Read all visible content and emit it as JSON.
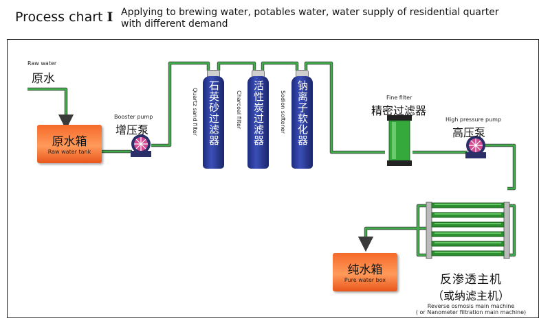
{
  "header": {
    "title": "Process chart",
    "title_roman": "I",
    "subtitle_line1": "Applying to brewing water, potables water, water supply of residential quarter",
    "subtitle_line2": "with different demand"
  },
  "nodes": {
    "raw_water": {
      "en": "Raw water",
      "cn": "原水"
    },
    "raw_tank": {
      "cn": "原水箱",
      "en": "Raw water tank"
    },
    "booster": {
      "en": "Booster pump",
      "cn": "增压泵"
    },
    "sand": {
      "cn": "石英砂过滤器",
      "en": "Quartz sand filter"
    },
    "charcoal": {
      "cn": "活性炭过滤器",
      "en": "Charcoal filter"
    },
    "softener": {
      "cn": "钠离子软化器",
      "en": "Sodion softener"
    },
    "fine": {
      "en": "Fine filter",
      "cn": "精密过滤器"
    },
    "high_pump": {
      "en": "High pressure pump",
      "cn": "高压泵"
    },
    "ro": {
      "cn1": "反渗透主机",
      "cn2": "（或纳滤主机）",
      "en1": "Reverse osmosis main machine",
      "en2": "( or Nanometer filtration main machine)"
    },
    "pure": {
      "cn": "纯水箱",
      "en": "Pure water box"
    }
  },
  "colors": {
    "pipe": "#3fae4a",
    "tank": "#f47a3c",
    "vessel": "#27338f",
    "filter": "#35a93c",
    "membrane": "#2c8f2f"
  }
}
